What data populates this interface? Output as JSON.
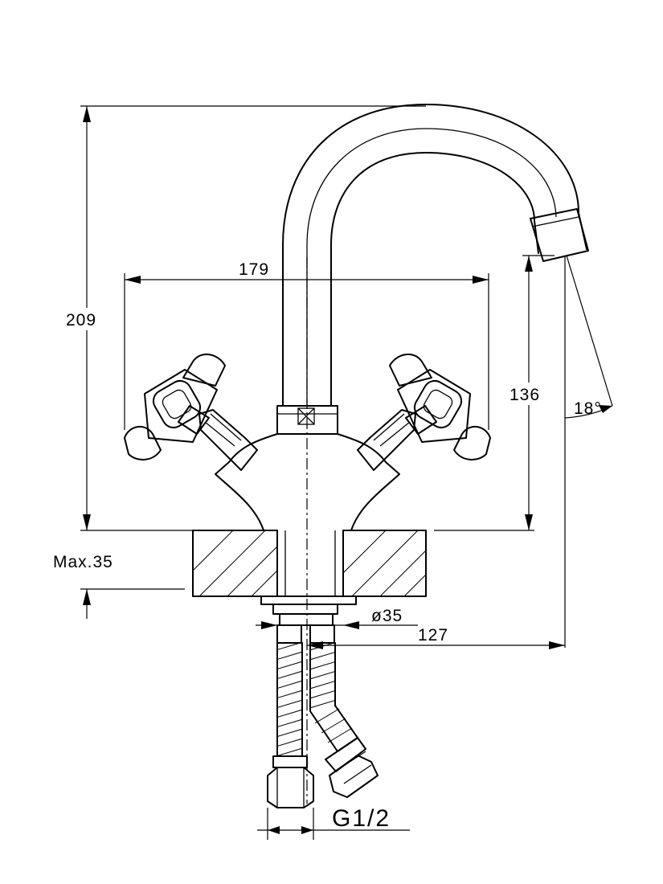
{
  "dimensions": {
    "overall_height": "209",
    "handle_span": "179",
    "spout_outlet_height": "136",
    "spout_angle": "18°",
    "max_deck_thickness": "Max.35",
    "mount_hole_diameter": "ø35",
    "spout_reach": "127",
    "connection_thread": "G1/2"
  }
}
